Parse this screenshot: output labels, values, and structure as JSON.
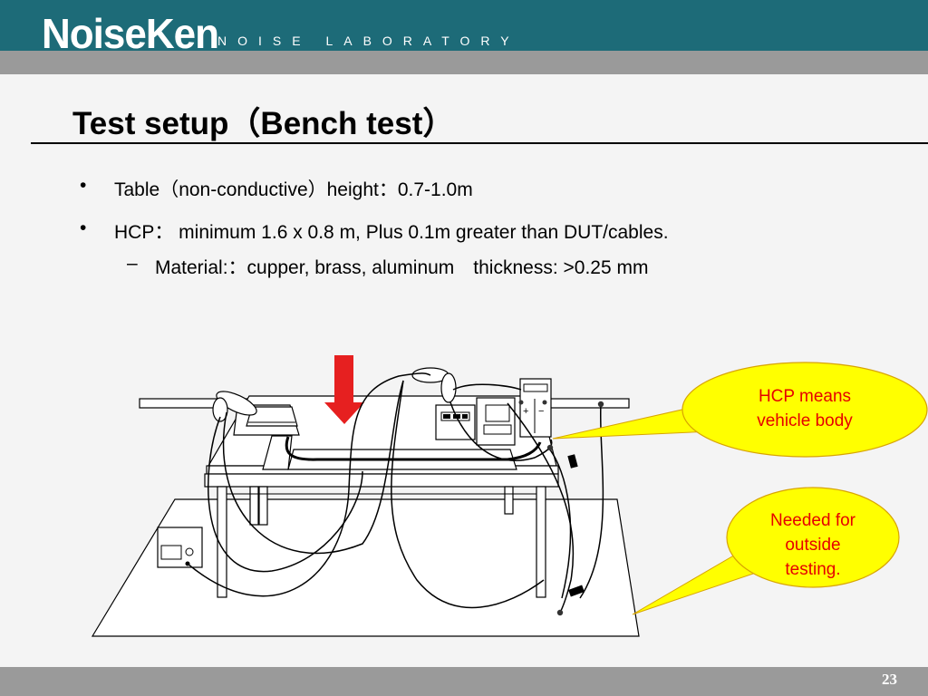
{
  "header": {
    "logo_text": "NoiseKen",
    "tagline": "NOISE LABORATORY"
  },
  "title": "Test setup（Bench test）",
  "bullets": [
    {
      "marker": "•",
      "text": "Table（non-conductive）height：0.7-1.0m"
    },
    {
      "marker": "•",
      "text": "HCP： minimum 1.6 x 0.8 m, Plus 0.1m greater than DUT/cables."
    },
    {
      "marker": "–",
      "text": "Material:：cupper, brass, aluminum　thickness: >0.25 mm"
    }
  ],
  "callouts": {
    "hcp": {
      "line1": "HCP means",
      "line2": "vehicle body"
    },
    "outside": {
      "line1": "Needed for",
      "line2": "outside",
      "line3": "testing."
    }
  },
  "diagram_labels": {
    "plus": "+",
    "minus": "−"
  },
  "footer": {
    "page_number": "23"
  },
  "colors": {
    "header": "#1d6b78",
    "bars": "#9a9a9a",
    "arrow": "#e62020",
    "callout_fill": "#ffff00",
    "callout_text": "#e60000"
  }
}
